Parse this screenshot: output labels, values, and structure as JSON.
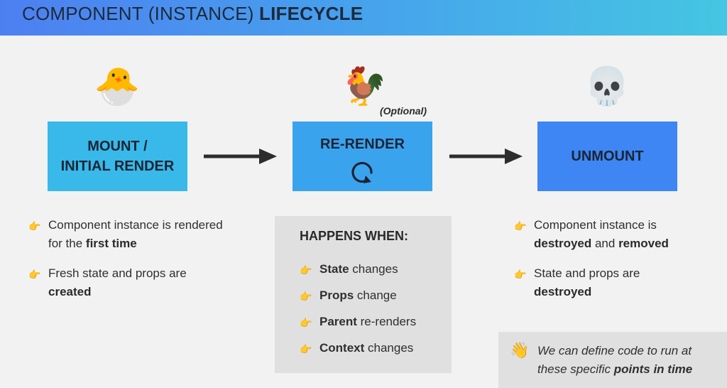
{
  "header": {
    "title_regular": "COMPONENT (INSTANCE) ",
    "title_bold": "LIFECYCLE"
  },
  "icons": {
    "mount": "🐣",
    "rerender": "🐓",
    "unmount": "💀",
    "bullet": "👉",
    "note": "👋"
  },
  "stages": {
    "mount": {
      "line1": "MOUNT /",
      "line2": "INITIAL RENDER"
    },
    "rerender": {
      "label": "RE-RENDER",
      "optional": "(Optional)"
    },
    "unmount": {
      "label": "UNMOUNT"
    }
  },
  "mount_bullets": [
    {
      "text": "Component instance is rendered for the ",
      "bold": "first time"
    },
    {
      "text": "Fresh state and props are ",
      "bold": "created"
    }
  ],
  "happens_when": {
    "title": "HAPPENS WHEN:",
    "items": [
      {
        "bold": "State",
        "text": " changes"
      },
      {
        "bold": "Props",
        "text": " change"
      },
      {
        "bold": "Parent",
        "text": " re-renders"
      },
      {
        "bold": "Context",
        "text": " changes"
      }
    ]
  },
  "unmount_bullets": [
    {
      "text": "Component instance is ",
      "bold1": "destroyed",
      "mid": " and ",
      "bold2": "removed"
    },
    {
      "text": "State and props are ",
      "bold1": "destroyed",
      "mid": "",
      "bold2": ""
    }
  ],
  "note": {
    "text": "We can define code to run at these specific ",
    "bold": "points in time"
  },
  "colors": {
    "mount_box": "#38b9ea",
    "rerender_box": "#3aa3ee",
    "unmount_box": "#3d86f3",
    "arrow": "#2d2d2d"
  }
}
